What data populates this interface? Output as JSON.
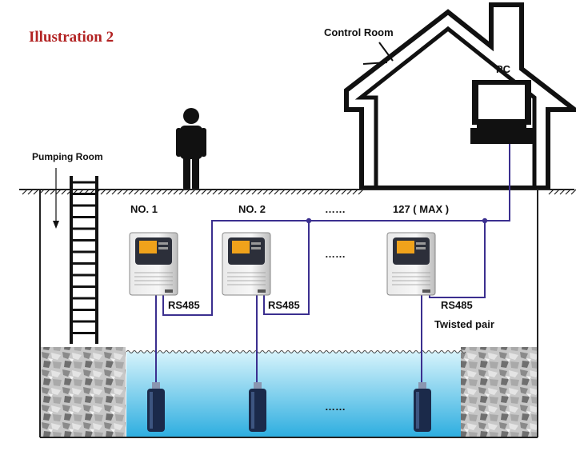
{
  "title": "Illustration 2",
  "labels": {
    "control_room": "Control  Room",
    "pc": "PC",
    "pumping_room": "Pumping Room",
    "no1": "NO. 1",
    "no2": "NO. 2",
    "ellipsis_top": "……",
    "max": "127 ( MAX )",
    "ellipsis_mid": "……",
    "rs485_1": "RS485",
    "rs485_2": "RS485",
    "rs485_3": "RS485",
    "twisted_pair": "Twisted pair",
    "ellipsis_pump": "……"
  },
  "colors": {
    "title": "#b22222",
    "bus_line": "#3b2f8f",
    "water_top": "#d6f3fb",
    "water_bottom": "#2eaee0",
    "ground": "#222222",
    "pump": "#1b2a4a"
  }
}
